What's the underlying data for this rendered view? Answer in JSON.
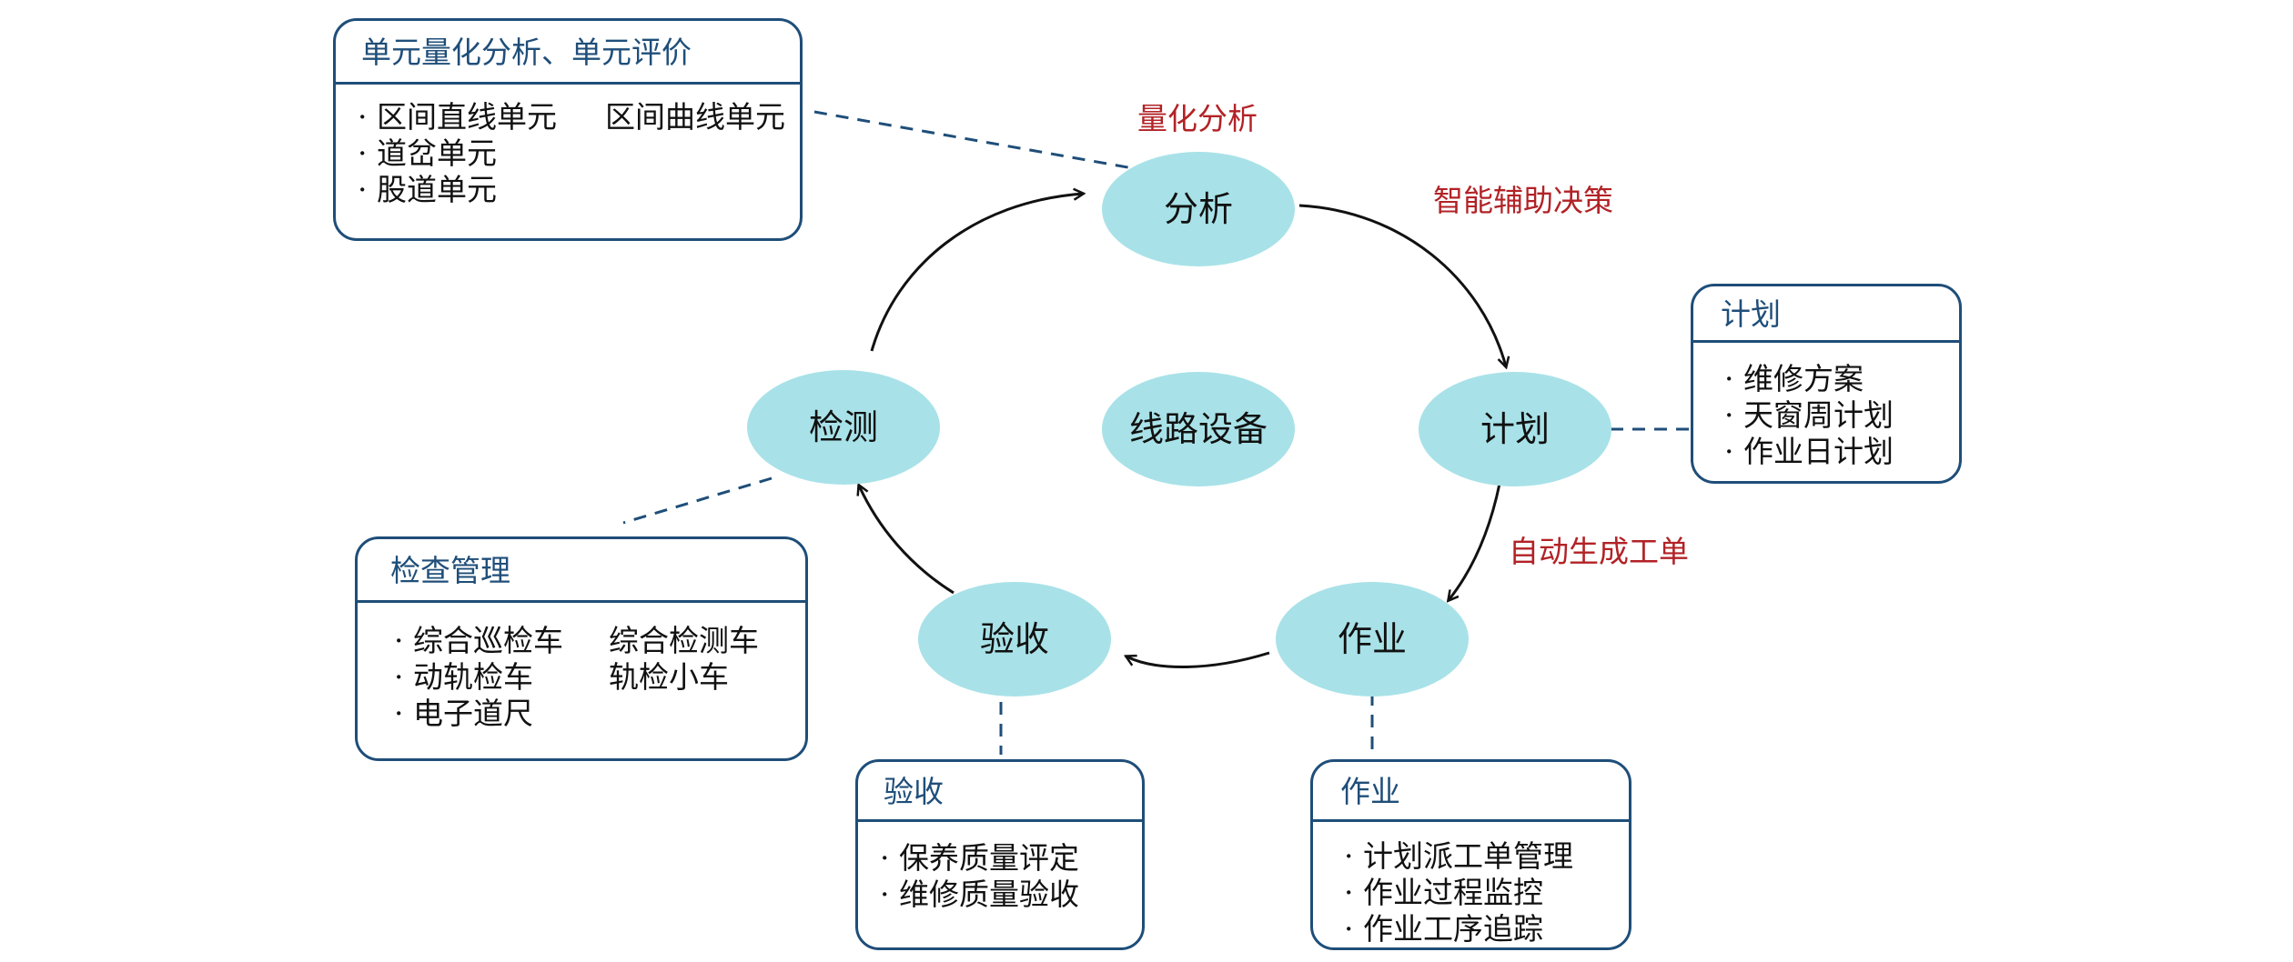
{
  "center": "线路设备",
  "nodes": {
    "analysis": "分析",
    "plan": "计划",
    "work": "作业",
    "acceptance": "验收",
    "inspection": "检测"
  },
  "edge_labels": {
    "quantitative_analysis": "量化分析",
    "decision_support": "智能辅助决策",
    "auto_work_order": "自动生成工单"
  },
  "boxes": {
    "unit": {
      "title": "单元量化分析、单元评价",
      "items": [
        "· 区间直线单元",
        "区间曲线单元",
        "· 道岔单元",
        "· 股道单元"
      ]
    },
    "plan": {
      "title": "计划",
      "items": [
        "· 维修方案",
        "· 天窗周计划",
        "· 作业日计划"
      ]
    },
    "inspection": {
      "title": "检查管理",
      "items": [
        "· 综合巡检车",
        "综合检测车",
        "· 动轨检车",
        "轨检小车",
        "· 电子道尺"
      ]
    },
    "acceptance": {
      "title": "验收",
      "items": [
        "· 保养质量评定",
        "· 维修质量验收"
      ]
    },
    "work": {
      "title": "作业",
      "items": [
        "· 计划派工单管理",
        "· 作业过程监控",
        "· 作业工序追踪"
      ]
    }
  },
  "colors": {
    "node_fill": "#a8e2e8",
    "box_border": "#1f4e79",
    "edge_label": "#b22226",
    "arrow": "#111111"
  }
}
